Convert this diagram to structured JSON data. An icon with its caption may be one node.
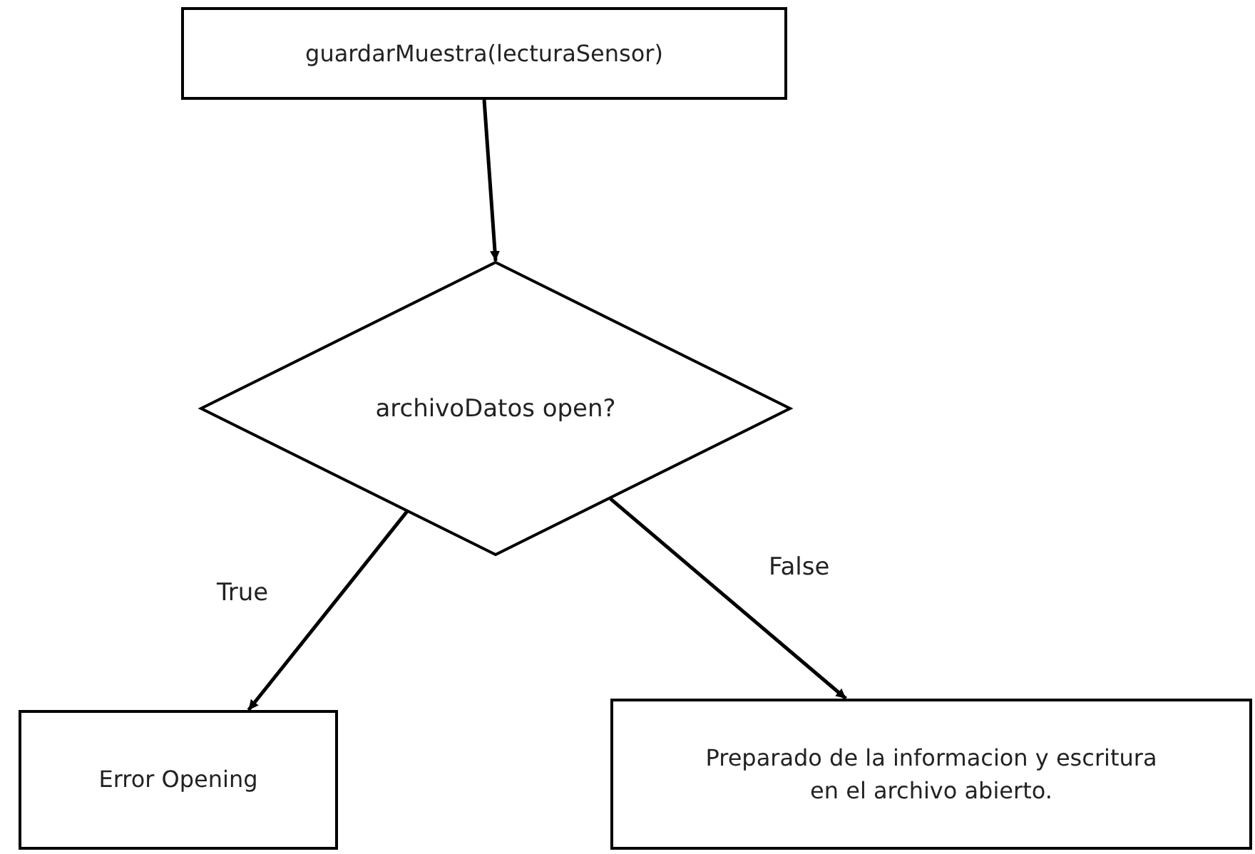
{
  "diagram": {
    "nodes": [
      {
        "text": [
          "guardarMuestra(lecturaSensor)"
        ]
      },
      {
        "text": [
          "archivoDatos open?"
        ]
      },
      {
        "text": [
          "Error Opening"
        ]
      },
      {
        "text": [
          "Preparado de la informacion y escritura en el archivo abierto."
        ]
      }
    ],
    "edges": [
      {
        "from": 0,
        "to": 1,
        "arrow": "to"
      },
      {
        "from": 1,
        "to": 2,
        "arrow": "to",
        "label": "True"
      },
      {
        "from": 1,
        "to": 3,
        "arrow": "to",
        "label": "False"
      }
    ]
  }
}
